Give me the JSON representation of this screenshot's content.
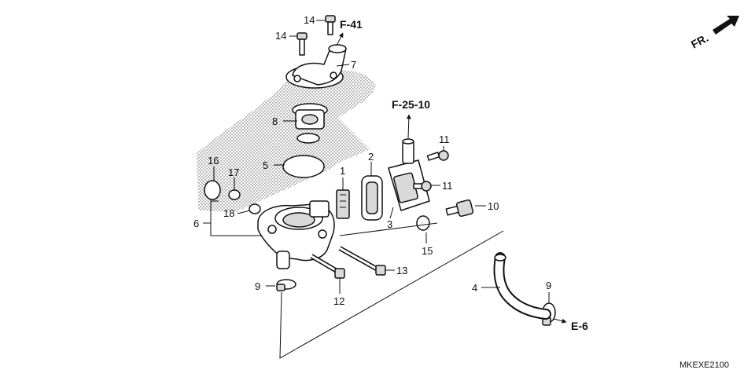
{
  "diagram": {
    "callouts": [
      "14",
      "14",
      "7",
      "8",
      "5",
      "16",
      "17",
      "18",
      "6",
      "1",
      "2",
      "3",
      "11",
      "11",
      "10",
      "15",
      "13",
      "12",
      "9",
      "4",
      "9"
    ],
    "references": {
      "top": "F-41",
      "right": "F-25-10",
      "hose": "E-6"
    },
    "orientation": "FR.",
    "drawing_code": "MKEXE2100"
  }
}
